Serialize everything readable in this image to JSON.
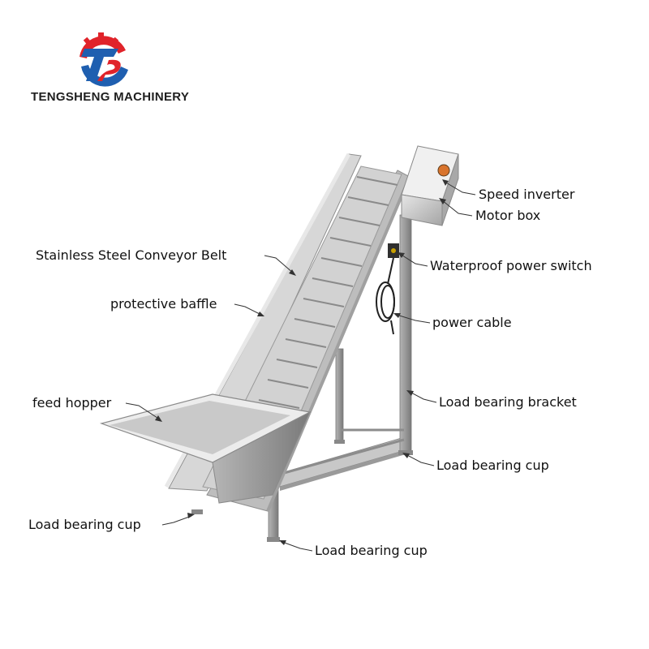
{
  "brand": {
    "name": "TENGSHENG MACHINERY",
    "colors": {
      "red": "#e0232a",
      "blue": "#1f5fb0"
    }
  },
  "callouts": {
    "speed_inverter": "Speed inverter",
    "motor_box": "Motor box",
    "conveyor_belt": "Stainless Steel Conveyor Belt",
    "power_switch": "Waterproof power switch",
    "protective_baffle": "protective baffle",
    "power_cable": "power cable",
    "feed_hopper": "feed hopper",
    "load_bearing_bracket": "Load bearing bracket",
    "load_bearing_cup_right": "Load bearing cup",
    "load_bearing_cup_left": "Load bearing cup",
    "load_bearing_cup_bottom": "Load bearing cup"
  }
}
